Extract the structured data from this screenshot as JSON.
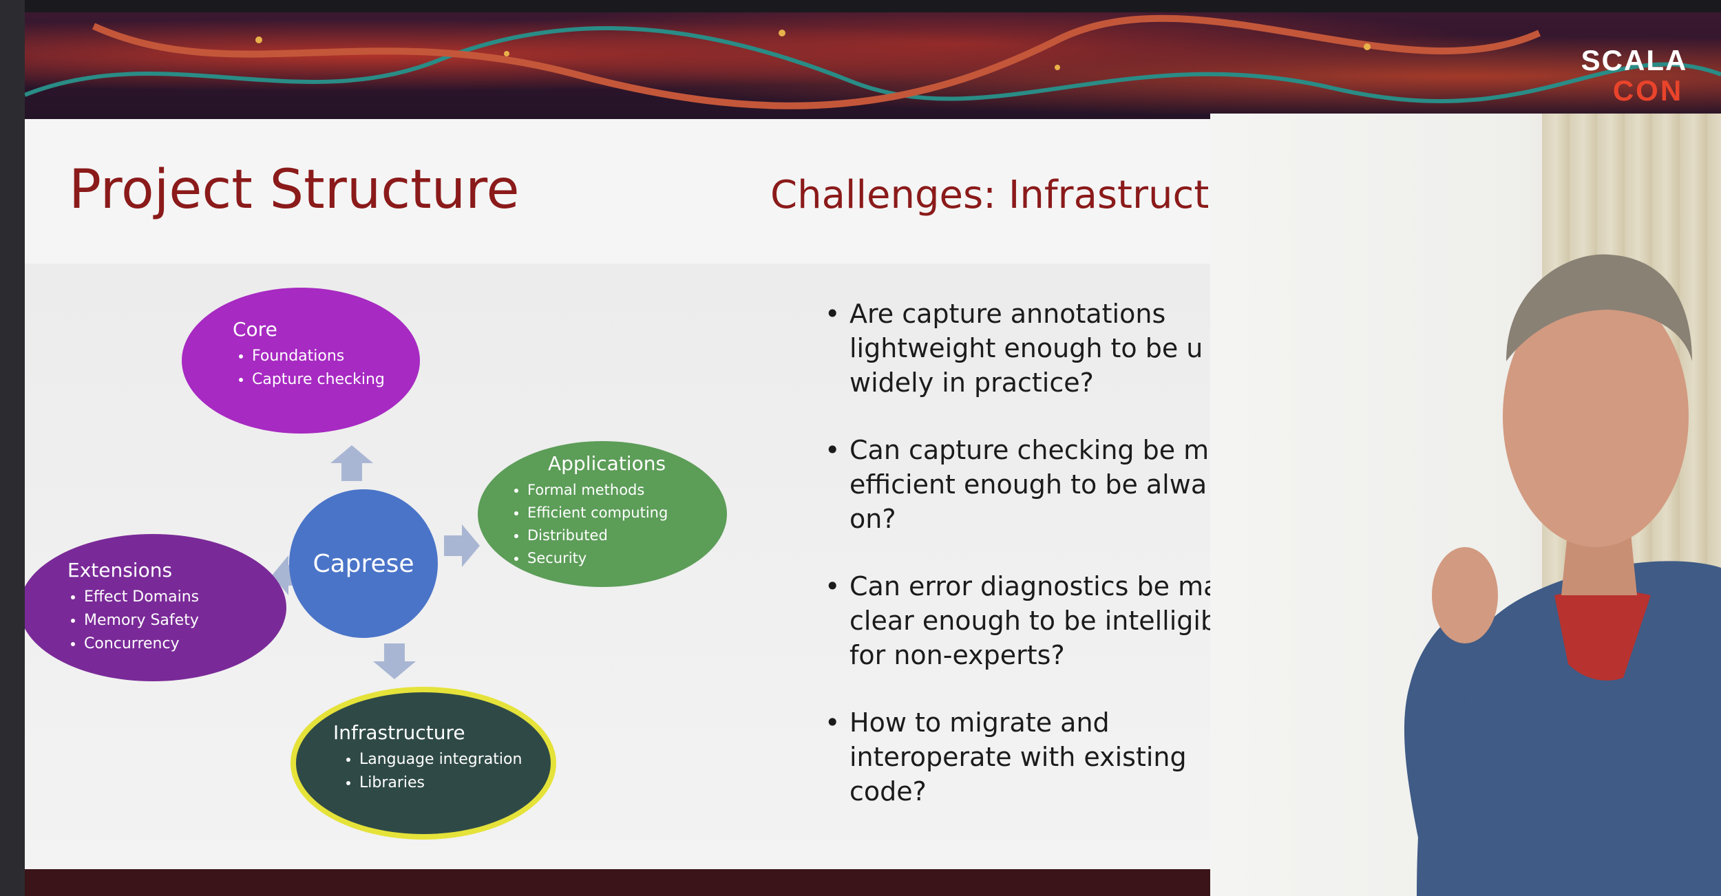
{
  "logo": {
    "line1": "SCALA",
    "line2": "CON"
  },
  "slide": {
    "title": "Project Structure"
  },
  "diagram": {
    "center": {
      "label": "Caprese"
    },
    "core": {
      "title": "Core",
      "items": [
        "Foundations",
        "Capture  checking"
      ]
    },
    "applications": {
      "title": "Applications",
      "items": [
        "Formal methods",
        "Efficient computing",
        "Distributed",
        "Security"
      ]
    },
    "extensions": {
      "title": "Extensions",
      "items": [
        "Effect Domains",
        "Memory Safety",
        "Concurrency"
      ]
    },
    "infrastructure": {
      "title": "Infrastructure",
      "items": [
        "Language integration",
        "Libraries"
      ]
    }
  },
  "slide2": {
    "title": "Challenges: Infrastructur",
    "bullets": [
      [
        "Are capture annotations",
        "lightweight enough to be u",
        "widely in practice?"
      ],
      [
        "Can capture checking be m",
        "efficient enough to be alwa",
        "on?"
      ],
      [
        "Can error diagnostics be ma",
        "clear enough to be intelligib",
        "for non-experts?"
      ],
      [
        "How to migrate and",
        "interoperate with existing",
        "code?"
      ]
    ]
  },
  "colors": {
    "title_red": "#8b1a1a",
    "core": "#a72ac2",
    "applications": "#5c9d58",
    "extensions": "#7a2a98",
    "infrastructure": "#2f4a46",
    "infrastructure_outline": "#e5e23a",
    "caprese": "#4a74c8",
    "logo_accent": "#e9442b"
  }
}
